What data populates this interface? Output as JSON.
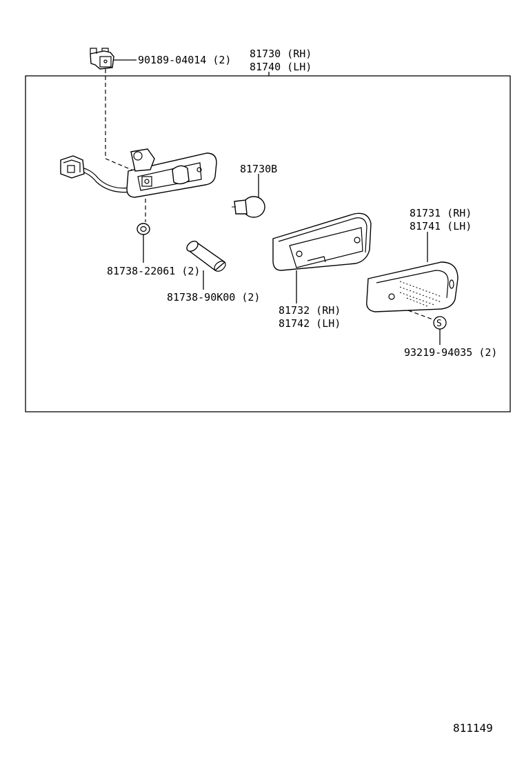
{
  "labels": {
    "assembly_rh": "81730 (RH)",
    "assembly_lh": "81740 (LH)",
    "clip": "90189-04014 (2)",
    "bulb": "81730B",
    "lens_rh": "81731 (RH)",
    "lens_lh": "81741 (LH)",
    "grommet": "81738-22061 (2)",
    "spacer": "81738-90K00 (2)",
    "housing_rh": "81732 (RH)",
    "housing_lh": "81742 (LH)",
    "screw": "93219-94035 (2)",
    "screw_symbol": "S",
    "diagram_id": "811149"
  }
}
